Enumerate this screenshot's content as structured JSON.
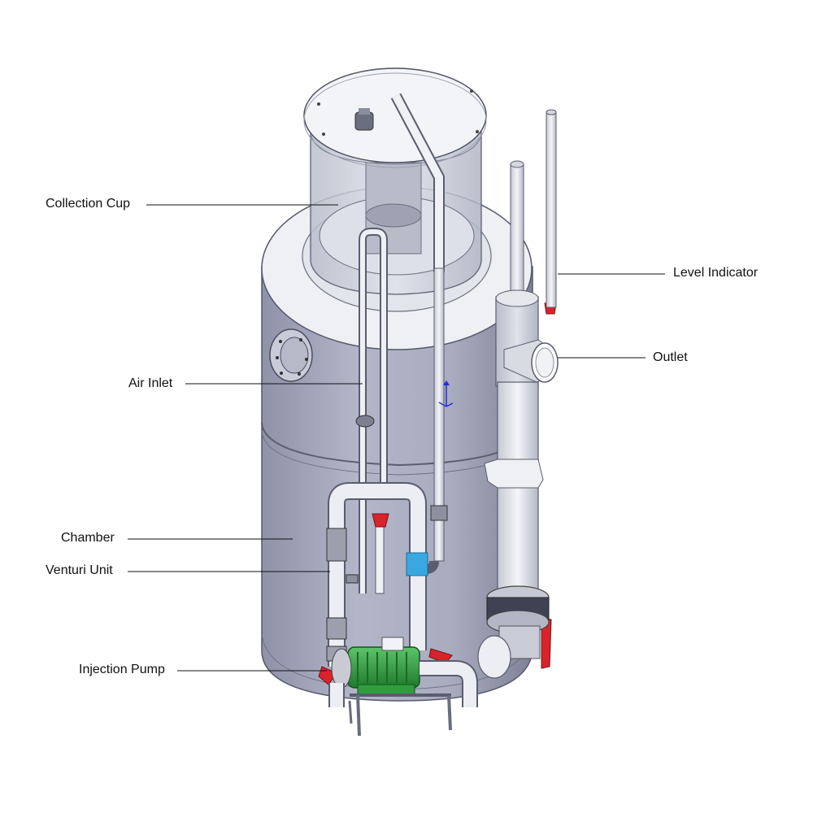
{
  "labels": {
    "collection_cup": "Collection Cup",
    "air_inlet": "Air Inlet",
    "chamber": "Chamber",
    "venturi_unit": "Venturi Unit",
    "injection_pump": "Injection Pump",
    "level_indicator": "Level Indicator",
    "outlet": "Outlet"
  },
  "colors": {
    "leader_line": "#111111",
    "tank_body": "#aeb0c4",
    "tank_shadow": "#8a8da2",
    "cup_glass": "#c9ced8",
    "pipe": "#e6e7ee",
    "pipe_edge": "#6b6e7e",
    "valve_red": "#d8232a",
    "pump_green": "#2e9d3e",
    "venturi_blue": "#3aa8e0",
    "axis_blue": "#1d2fd8"
  }
}
